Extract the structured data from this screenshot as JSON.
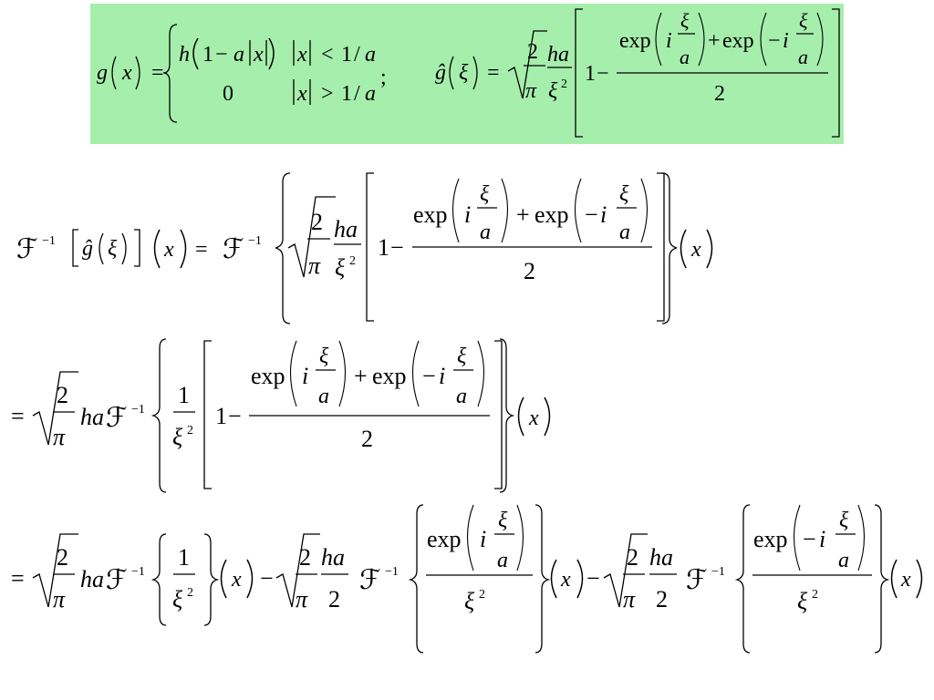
{
  "slide": {
    "definition": {
      "g_fn": "g",
      "var_x": "x",
      "eq": "=",
      "h": "h",
      "one": "1",
      "minus": "−",
      "a": "a",
      "cond_lt": "<",
      "cond_gt": ">",
      "slash": "/",
      "zero": "0",
      "semicolon": ";",
      "ghat_fn": "ĝ",
      "xi": "ξ",
      "two": "2",
      "pi": "π",
      "ha": "ha",
      "exp": "exp",
      "i": "i",
      "plus": "+",
      "neg": "−",
      "sq": "2"
    },
    "fourier": {
      "F": "ℱ",
      "inv": "−1"
    }
  }
}
